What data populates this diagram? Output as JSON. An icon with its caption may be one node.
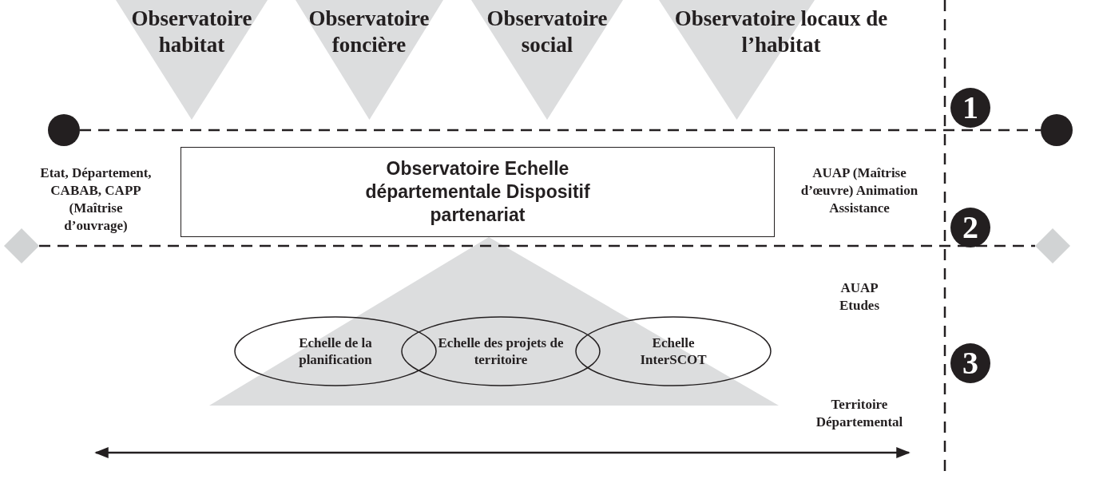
{
  "diagram": {
    "nodes": [
      {
        "text": [
          "Observatoire habitat"
        ]
      },
      {
        "text": [
          "Observatoire foncière"
        ]
      },
      {
        "text": [
          "Observatoire social"
        ]
      },
      {
        "text": [
          "Observatoire locaux de l’habitat"
        ]
      },
      {
        "text": [
          "Observatoire Echelle départementale Dispositif partenariat"
        ]
      },
      {
        "text": [
          "Echelle de la planification"
        ]
      },
      {
        "text": [
          "Echelle des projets de territoire"
        ]
      },
      {
        "text": [
          "Echelle InterSCOT"
        ]
      },
      {
        "text": [],
        "shape": "circle"
      },
      {
        "text": [],
        "shape": "circle"
      },
      {
        "text": [],
        "shape": "diamond"
      },
      {
        "text": [],
        "shape": "diamond"
      }
    ],
    "edges": [
      {
        "from": 8,
        "to": 9,
        "arrow": "none",
        "style": "dashed"
      },
      {
        "from": 10,
        "to": 11,
        "arrow": "none",
        "style": "dashed"
      }
    ],
    "labels": [
      "1",
      "Etat, Département, CABAB, CAPP (Maîtrise d’ouvrage)",
      "AUAP (Maîtrise d’œuvre) Animation Assistance",
      "2",
      "AUAP Etudes",
      "3",
      "Territoire Départemental"
    ]
  }
}
